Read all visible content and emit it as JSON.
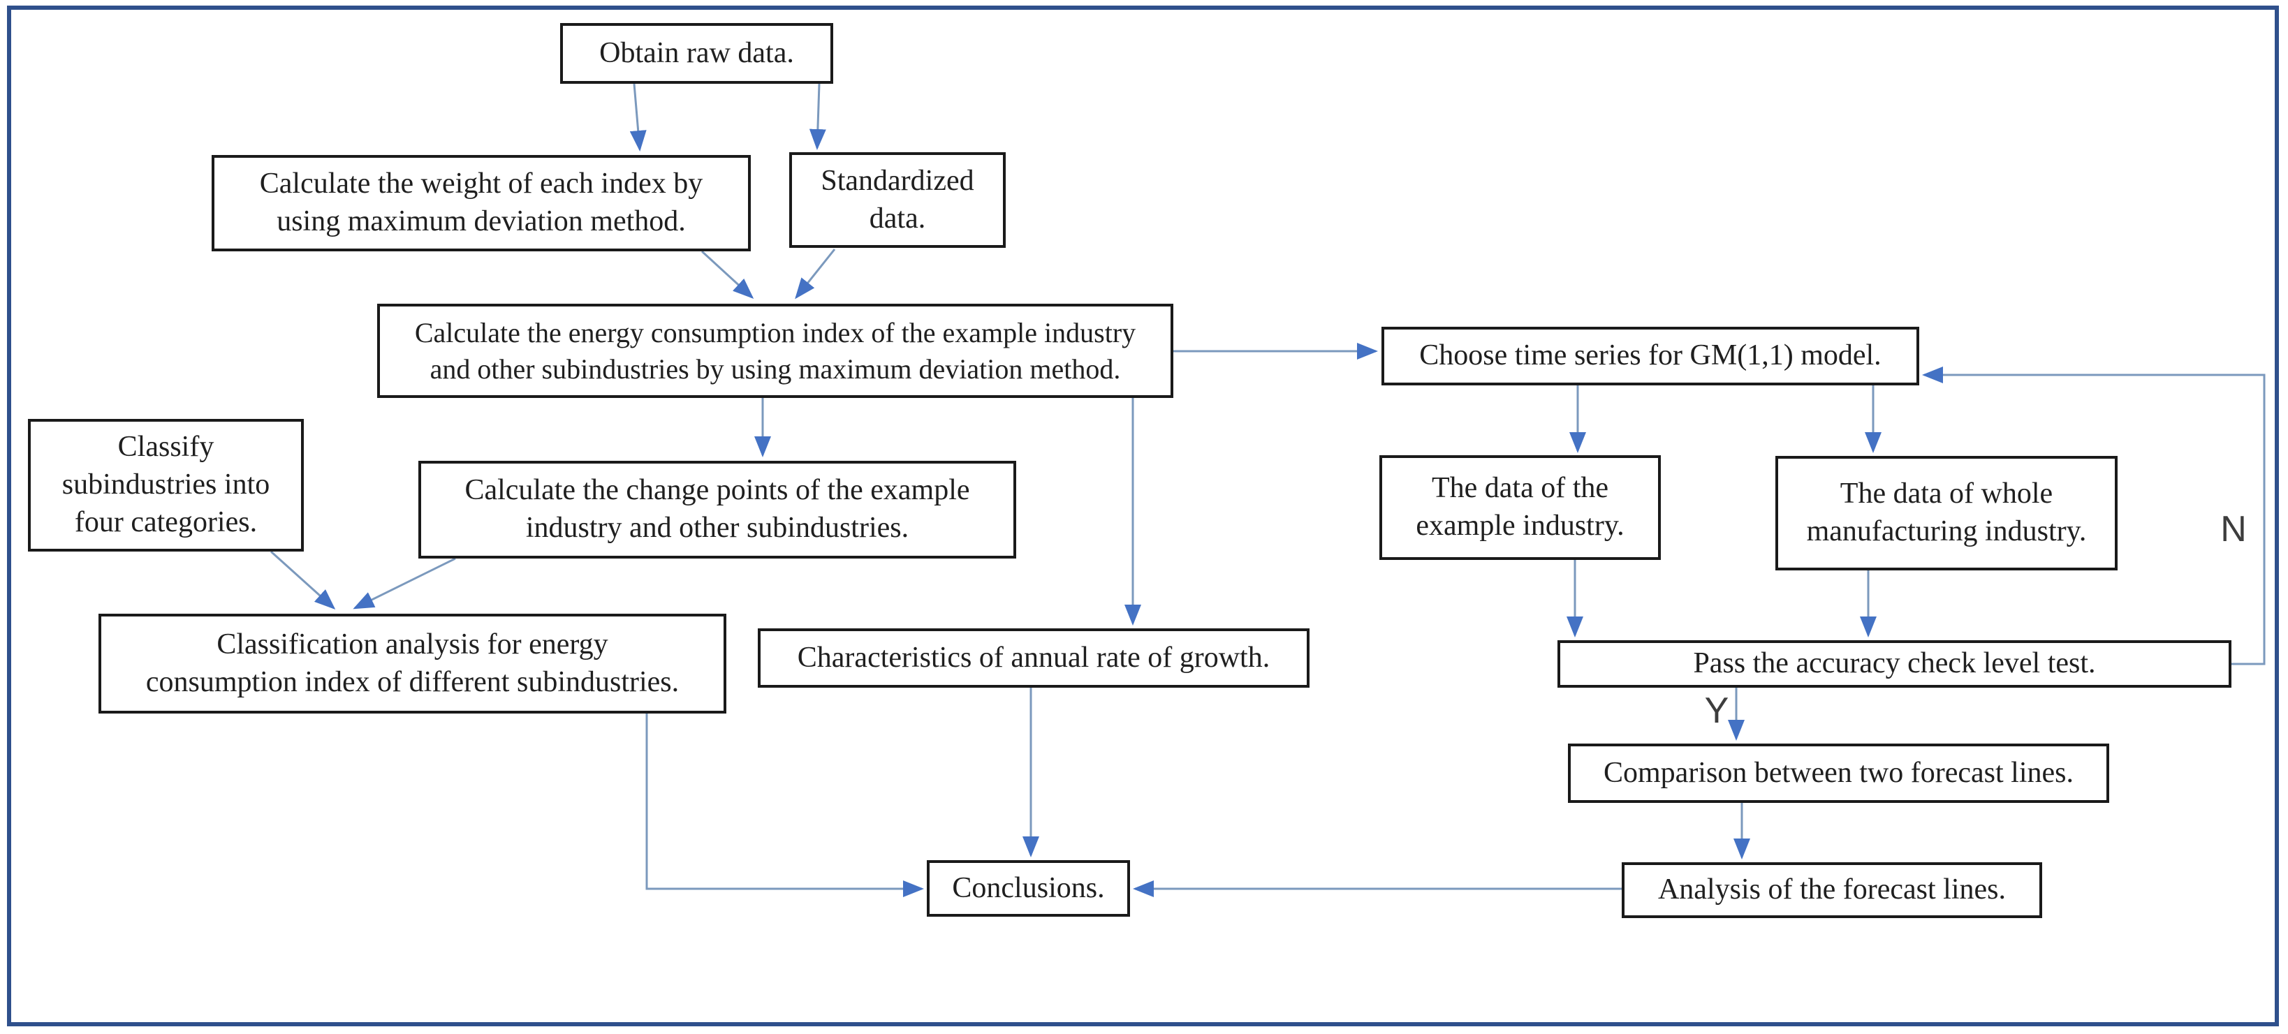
{
  "diagram": {
    "nodes": {
      "obtain": {
        "label": "Obtain raw data."
      },
      "weight": {
        "label": "Calculate the weight of each index by\nusing maximum deviation method."
      },
      "standardized": {
        "label": "Standardized\ndata."
      },
      "central": {
        "label": "Calculate the energy consumption index of the example industry\nand other  subindustries by using maximum deviation method."
      },
      "choose": {
        "label": "Choose time series for GM(1,1) model."
      },
      "classify": {
        "label": "Classify\nsubindustries into\nfour categories."
      },
      "changepoints": {
        "label": "Calculate the change points of the example\nindustry and other subindustries."
      },
      "data_example": {
        "label": "The data of the\nexample industry."
      },
      "data_whole": {
        "label": "The data of whole\nmanufacturing industry."
      },
      "classification": {
        "label": "Classification analysis for energy\nconsumption index of different subindustries."
      },
      "characteristics": {
        "label": "Characteristics of  annual rate of growth."
      },
      "pass": {
        "label": "Pass the accuracy check level test."
      },
      "comparison": {
        "label": "Comparison between two forecast lines."
      },
      "conclusions": {
        "label": "Conclusions."
      },
      "analysis": {
        "label": "Analysis of the forecast lines."
      }
    },
    "edge_labels": {
      "yes": "Y",
      "no": "N"
    },
    "colors": {
      "box_border": "#1a1a1a",
      "box_fill": "#ffffff",
      "text": "#1f1f1f",
      "connector_line": "#7b99bd",
      "arrowhead": "#4472c4",
      "outer_frame": "#2f508c",
      "edge_label_text": "#3d3d3d",
      "background": "#ffffff"
    }
  }
}
